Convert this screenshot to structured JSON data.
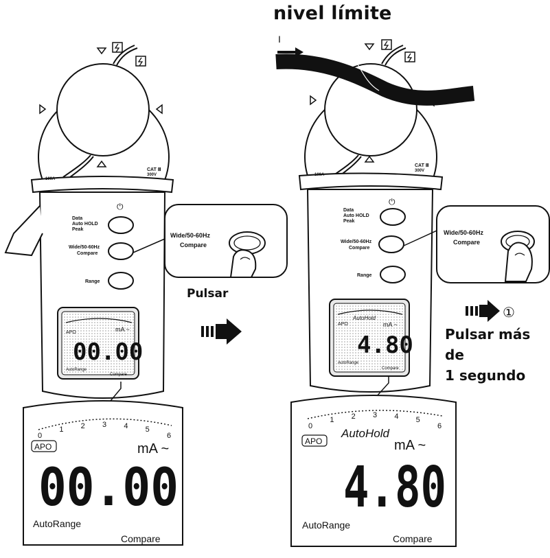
{
  "title": "nivel límite",
  "step_labels": {
    "press": "Pulsar",
    "press_long_line1": "Pulsar más de",
    "press_long_line2": "1 segundo",
    "step_number": "①"
  },
  "meter_labels": {
    "data_button_line1": "Data",
    "data_button_line2": "Auto HOLD",
    "data_button_line3": "Peak",
    "wide_button_line1": "Wide/50-60Hz",
    "wide_button_line2": "Compare",
    "range_button": "Range",
    "power_symbol": "⏻",
    "cat_rating": "CAT Ⅲ",
    "cat_voltage": "300V",
    "jaw_rating": "100A~"
  },
  "callout_labels": {
    "line1": "Wide/50-60Hz",
    "line2": "Compare"
  },
  "display_left": {
    "reading": "00.00",
    "unit": "mA ~",
    "apo": "APO",
    "autorange": "AutoRange",
    "compare": "Compare",
    "scale_ticks": [
      "0",
      "1",
      "2",
      "3",
      "4",
      "5",
      "6"
    ]
  },
  "display_right": {
    "reading": "4.80",
    "unit": "mA ~",
    "apo": "APO",
    "autohold": "AutoHold",
    "autorange": "AutoRange",
    "compare": "Compare",
    "scale_ticks": [
      "0",
      "1",
      "2",
      "3",
      "4",
      "5",
      "6"
    ]
  },
  "current_label": "I"
}
